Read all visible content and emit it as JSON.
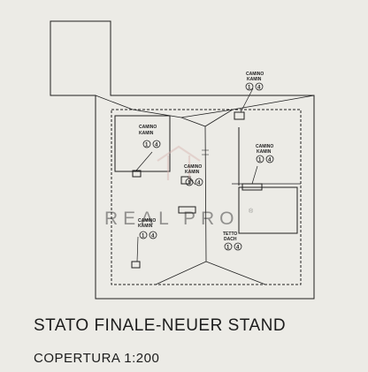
{
  "watermark": {
    "left": "REAL",
    "right": "PRO",
    "mark": "®",
    "accent_color": "#d33a36"
  },
  "chimneys": [
    {
      "line1": "CAMINO",
      "line2": "KAMIN",
      "n1": "1",
      "n2": "4"
    },
    {
      "line1": "CAMINO",
      "line2": "KAMIN",
      "n1": "1",
      "n2": "4"
    },
    {
      "line1": "CAMINO",
      "line2": "KAMIN",
      "n1": "1",
      "n2": "4"
    },
    {
      "line1": "CAMINO",
      "line2": "KAMIN",
      "n1": "1",
      "n2": "4"
    },
    {
      "line1": "CAMINO",
      "line2": "KAMIN",
      "n1": "1",
      "n2": "4"
    }
  ],
  "roof": {
    "line1": "TETTO",
    "line2": "DACH",
    "n1": "1",
    "n2": "4"
  },
  "title": "STATO FINALE-NEUER STAND",
  "subtitle": "COPERTURA  1:200"
}
